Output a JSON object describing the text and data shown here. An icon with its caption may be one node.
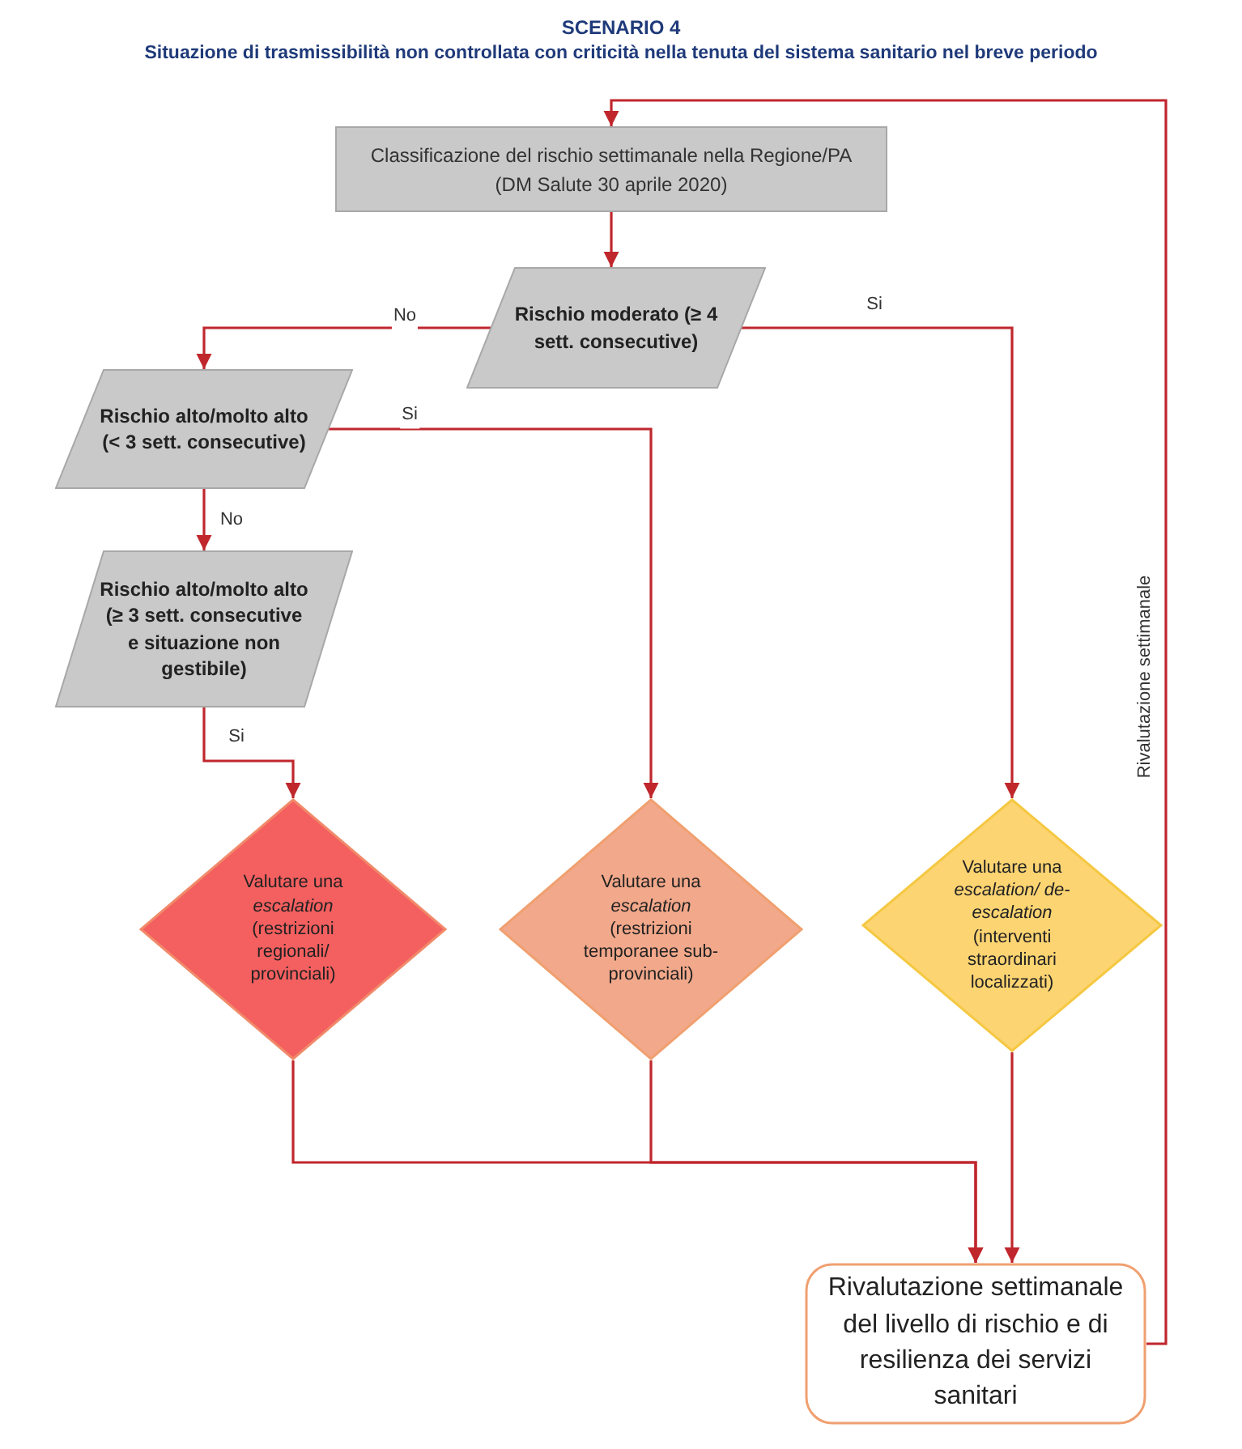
{
  "diagram": {
    "title": "SCENARIO 4",
    "nodes": [
      {
        "text": [
          "Classificazione del rischio settimanale nella Regione/PA",
          "(DM Salute 30 aprile 2020)"
        ]
      },
      {
        "text": [
          "Rischio moderato (≥ 4 sett. consecutive)"
        ]
      },
      {
        "text": [
          "Rischio alto/molto alto (< 3 sett. consecutive)"
        ]
      },
      {
        "text": [
          "Rischio alto/molto alto (≥ 3 sett. consecutive e situazione non gestibile)"
        ]
      },
      {
        "text": [
          "Valutare una *escalation* (restrizioni regionali/ provinciali)"
        ]
      },
      {
        "text": [
          "Valutare una *escalation* (restrizioni temporanee sub-provinciali)"
        ]
      },
      {
        "text": [
          "Valutare una *escalation/ de-escalation* (interventi straordinari localizzati)"
        ]
      },
      {
        "text": [
          "Rivalutazione settimanale del livello di rischio e di resilienza dei servizi sanitari"
        ]
      }
    ],
    "edges": [
      {
        "from": 0,
        "to": 1,
        "arrow": "to"
      },
      {
        "from": 1,
        "to": 2,
        "arrow": "to",
        "label": "No"
      },
      {
        "from": 1,
        "to": 6,
        "arrow": "to",
        "label": "Si"
      },
      {
        "from": 2,
        "to": 5,
        "arrow": "to",
        "label": "Si"
      },
      {
        "from": 2,
        "to": 3,
        "arrow": "to",
        "label": "No"
      },
      {
        "from": 3,
        "to": 4,
        "arrow": "to",
        "label": "Si"
      },
      {
        "from": 4,
        "to": 7,
        "arrow": "to"
      },
      {
        "from": 5,
        "to": 7,
        "arrow": "to"
      },
      {
        "from": 6,
        "to": 7,
        "arrow": "to"
      },
      {
        "from": 7,
        "to": 0,
        "arrow": "to",
        "label": "Rivalutazione settimanale"
      }
    ],
    "labels": [
      "Situazione di trasmissibilità non controllata con criticità nella tenuta del sistema sanitario nel breve periodo"
    ]
  }
}
